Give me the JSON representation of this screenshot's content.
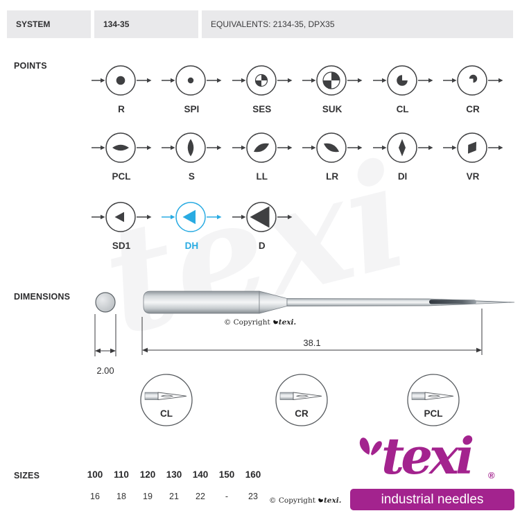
{
  "header": {
    "system_label": "SYSTEM",
    "system_value": "134-35",
    "equivalents": "EQUIVALENTS: 2134-35, DPX35"
  },
  "points": {
    "section_label": "POINTS",
    "rows": [
      {
        "items": [
          {
            "label": "R",
            "shape": "dot-large"
          },
          {
            "label": "SPI",
            "shape": "dot-small"
          },
          {
            "label": "SES",
            "shape": "quad-small"
          },
          {
            "label": "SUK",
            "shape": "quad-large"
          },
          {
            "label": "CL",
            "shape": "crescent-left"
          },
          {
            "label": "CR",
            "shape": "crescent-right"
          }
        ]
      },
      {
        "items": [
          {
            "label": "PCL",
            "shape": "lens-horizontal"
          },
          {
            "label": "S",
            "shape": "lens-vertical"
          },
          {
            "label": "LL",
            "shape": "lens-left"
          },
          {
            "label": "LR",
            "shape": "lens-right"
          },
          {
            "label": "DI",
            "shape": "diamond-vertical"
          },
          {
            "label": "VR",
            "shape": "diamond-rotated"
          }
        ]
      },
      {
        "items": [
          {
            "label": "SD1",
            "shape": "triangle-small"
          },
          {
            "label": "DH",
            "shape": "triangle-medium",
            "highlight": true
          },
          {
            "label": "D",
            "shape": "triangle-large"
          }
        ]
      }
    ]
  },
  "dimensions": {
    "section_label": "DIMENSIONS",
    "shank_diameter": "2.00",
    "blade_length": "38.1",
    "detail_views": [
      "CL",
      "CR",
      "PCL"
    ]
  },
  "sizes": {
    "section_label": "SIZES",
    "metric": [
      "100",
      "110",
      "120",
      "130",
      "140",
      "150",
      "160"
    ],
    "singer": [
      "16",
      "18",
      "19",
      "21",
      "22",
      "-",
      "23"
    ]
  },
  "copyright": {
    "prefix": "© Copyright",
    "brand": "texi."
  },
  "logo": {
    "brand": "texi",
    "registered": "®",
    "tagline": "industrial needles"
  },
  "watermark": "texi",
  "colors": {
    "accent": "#29abe2",
    "icon": "#3f4042",
    "brand": "#a3238e"
  }
}
